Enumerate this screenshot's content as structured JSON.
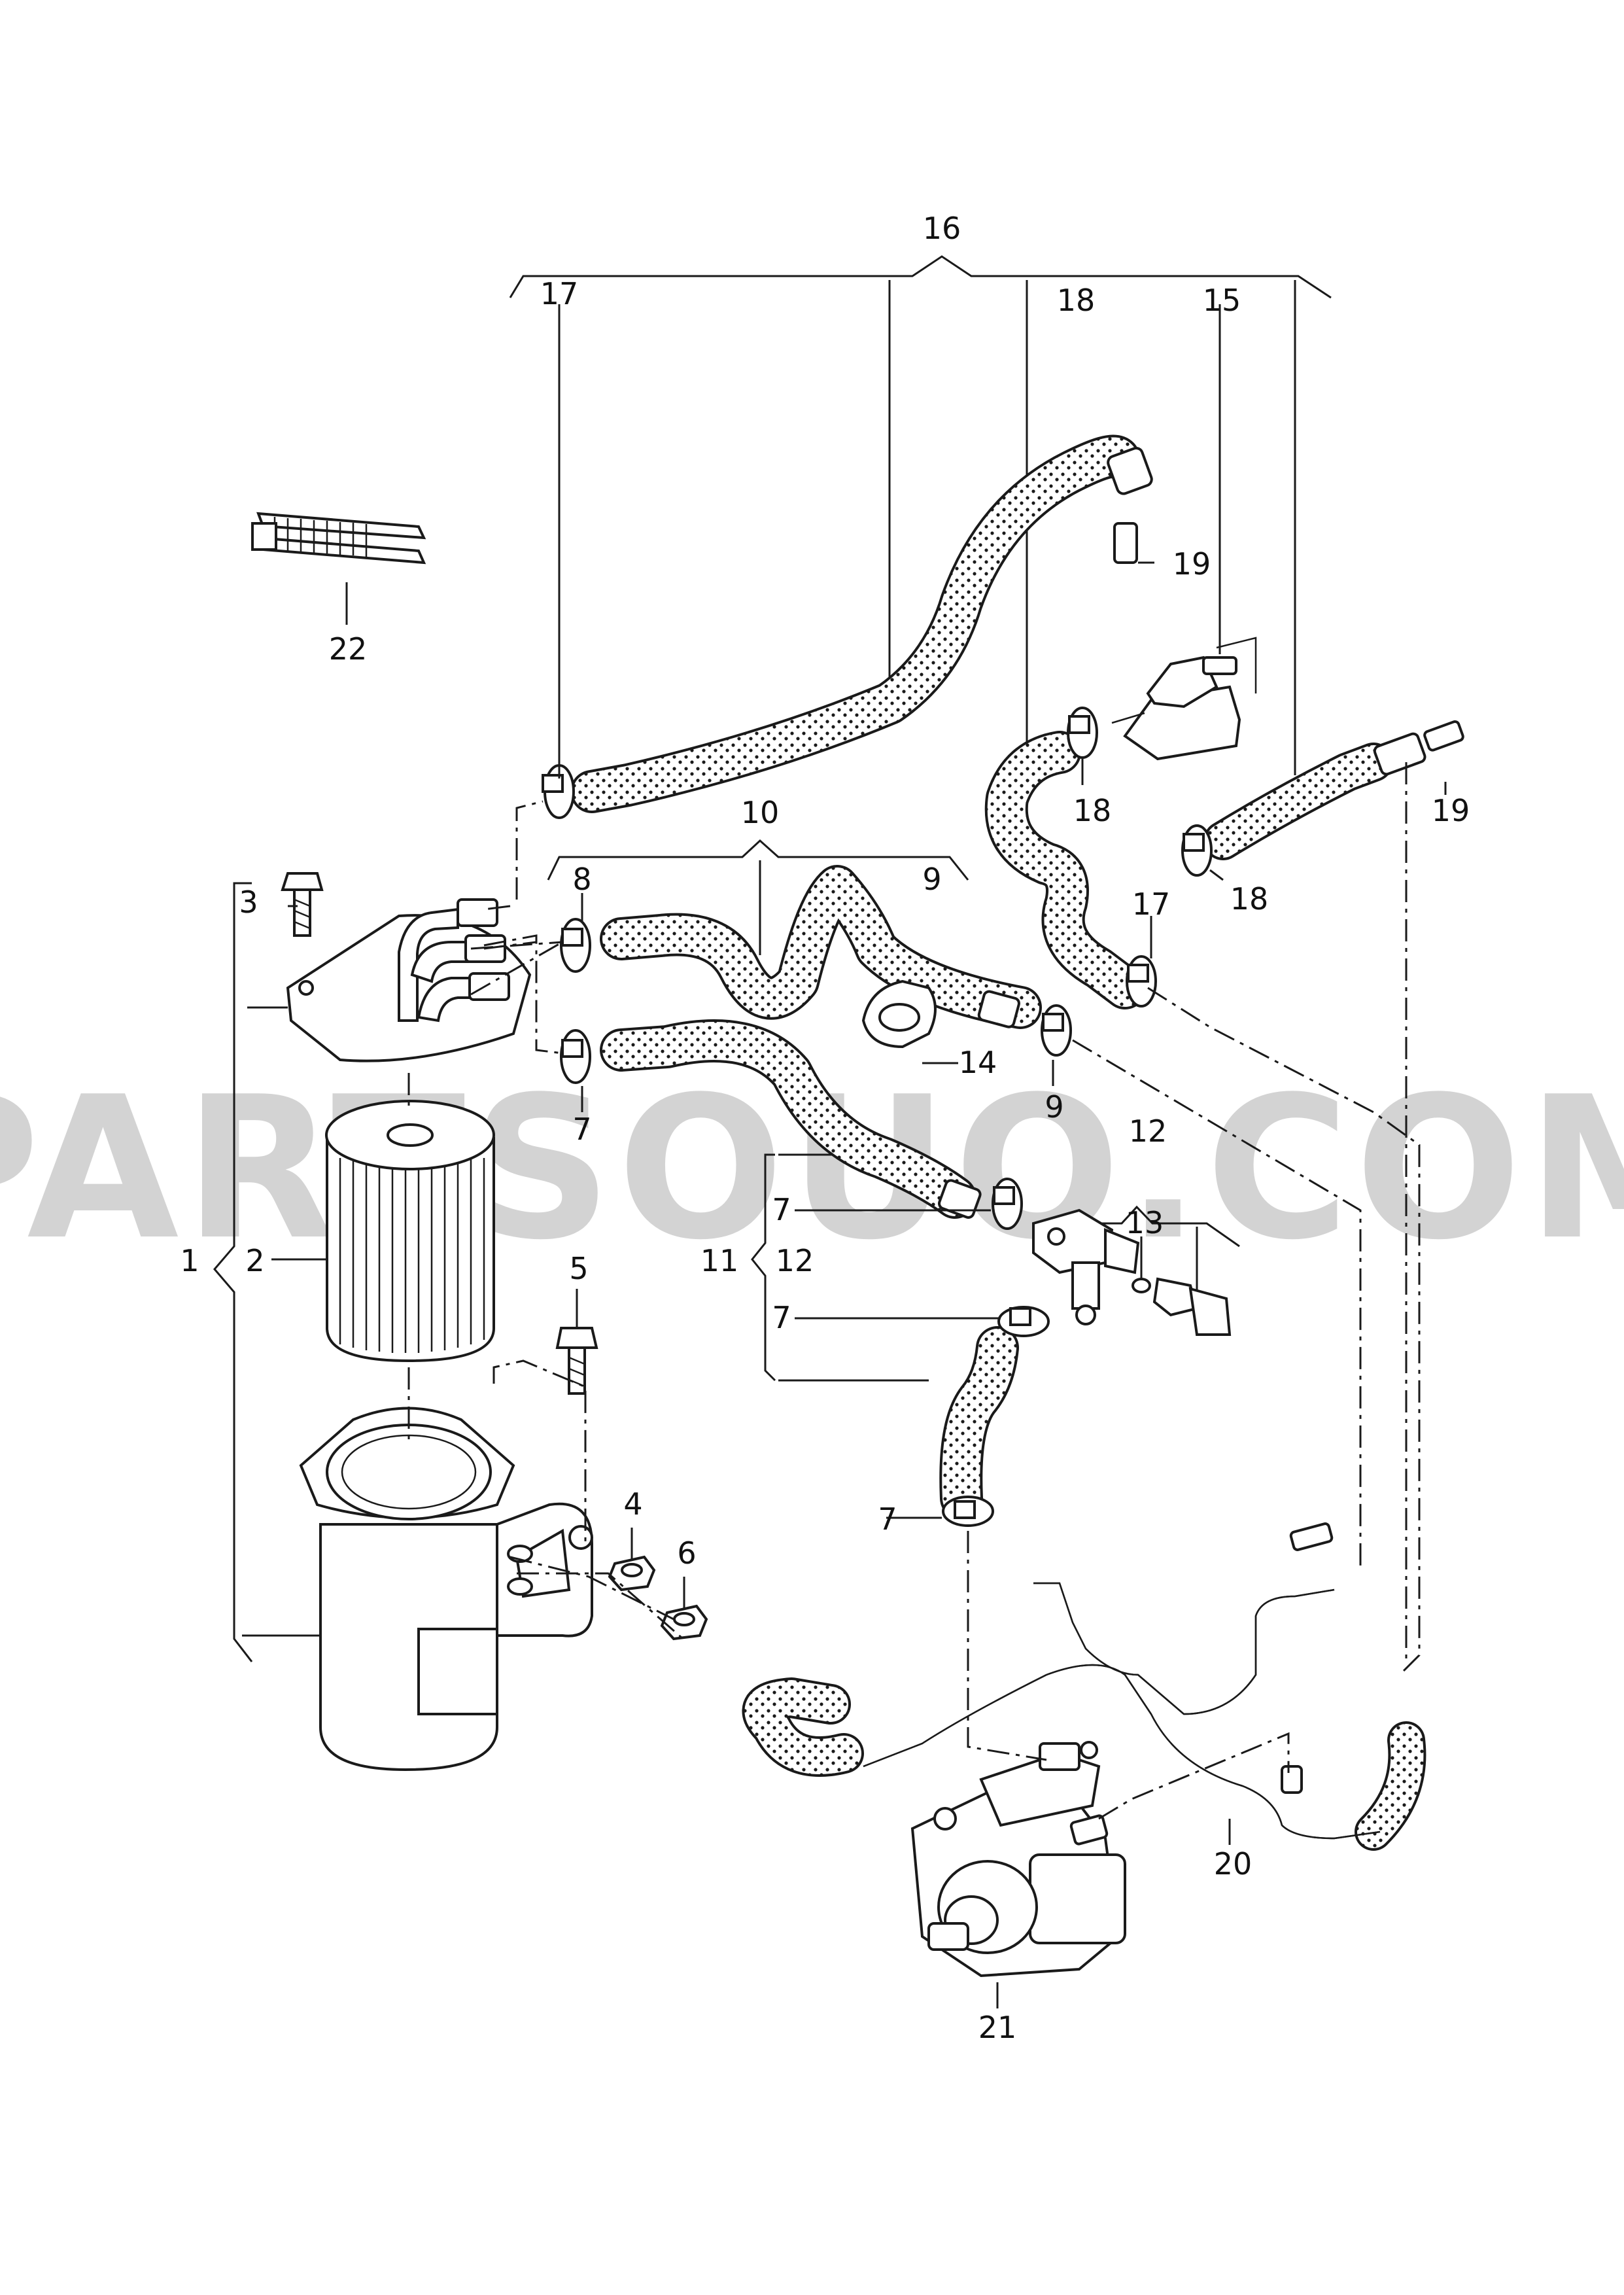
{
  "watermark": "PARTSOUQ.COM",
  "colors": {
    "line": "#1a1a1a",
    "hose_fill": "#ffffff",
    "watermark": "#c9c9c9"
  },
  "labels": {
    "l1": "1",
    "l2": "2",
    "l3": "3",
    "l4": "4",
    "l5": "5",
    "l6": "6",
    "l7a": "7",
    "l7b": "7",
    "l7c": "7",
    "l7d": "7",
    "l8": "8",
    "l9a": "9",
    "l9b": "9",
    "l10": "10",
    "l11": "11",
    "l12a": "12",
    "l12b": "12",
    "l13": "13",
    "l14": "14",
    "l15": "15",
    "l16": "16",
    "l17a": "17",
    "l17b": "17",
    "l18a": "18",
    "l18b": "18",
    "l18c": "18",
    "l19a": "19",
    "l19b": "19",
    "l20": "20",
    "l21": "21",
    "l22": "22"
  }
}
